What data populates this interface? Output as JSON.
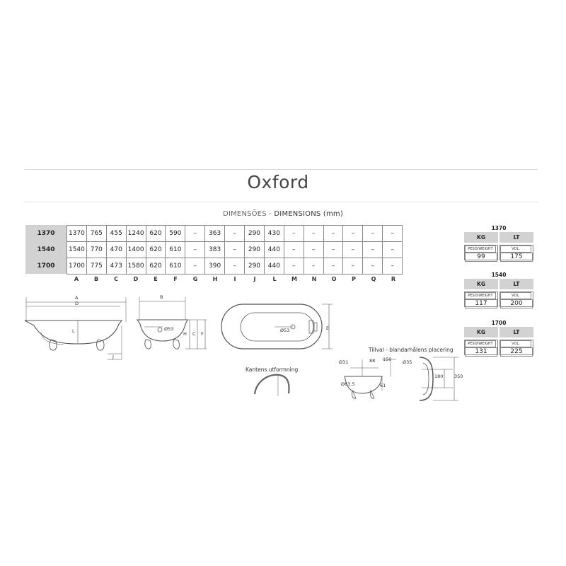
{
  "title": "Oxford",
  "subtitle": {
    "pt": "DIMENSÕES",
    "sep": " - ",
    "en": "DIMENSIONS (mm)"
  },
  "sizes": [
    "1370",
    "1540",
    "1700"
  ],
  "columns": [
    "A",
    "B",
    "C",
    "D",
    "E",
    "F",
    "G",
    "H",
    "I",
    "J",
    "L",
    "M",
    "N",
    "O",
    "P",
    "Q",
    "R"
  ],
  "rows": [
    [
      "1370",
      "765",
      "455",
      "1240",
      "620",
      "590",
      "–",
      "363",
      "–",
      "290",
      "430",
      "–",
      "–",
      "–",
      "–",
      "–",
      "–"
    ],
    [
      "1540",
      "770",
      "470",
      "1400",
      "620",
      "610",
      "–",
      "383",
      "–",
      "290",
      "440",
      "–",
      "–",
      "–",
      "–",
      "–",
      "–"
    ],
    [
      "1700",
      "775",
      "473",
      "1580",
      "620",
      "610",
      "–",
      "390",
      "–",
      "290",
      "440",
      "–",
      "–",
      "–",
      "–",
      "–",
      "–"
    ]
  ],
  "weights": {
    "kg_label": "KG",
    "lt_label": "LT",
    "weight_caption": "PESO/WEIGHT",
    "vol_caption": "VOL.",
    "items": [
      {
        "size": "1370",
        "kg": "99",
        "lt": "175"
      },
      {
        "size": "1540",
        "kg": "117",
        "lt": "200"
      },
      {
        "size": "1700",
        "kg": "131",
        "lt": "225"
      }
    ]
  },
  "drawings": {
    "side": {
      "a": "A",
      "d": "D",
      "l": "L",
      "j": "J"
    },
    "end": {
      "b": "B",
      "h": "H",
      "c": "C",
      "f": "F",
      "drain": "Ø53"
    },
    "top": {
      "drain": "Ø53",
      "e": "E"
    },
    "edge_profile": "Kantens utformning",
    "option": {
      "title": "Tillval - blandarhålens placering",
      "d31": "Ø31",
      "v88": "88",
      "v150": "150",
      "d635": "Ø63.5",
      "v61": "61",
      "d35": "Ø35",
      "v180": "180",
      "v350": "350"
    }
  }
}
